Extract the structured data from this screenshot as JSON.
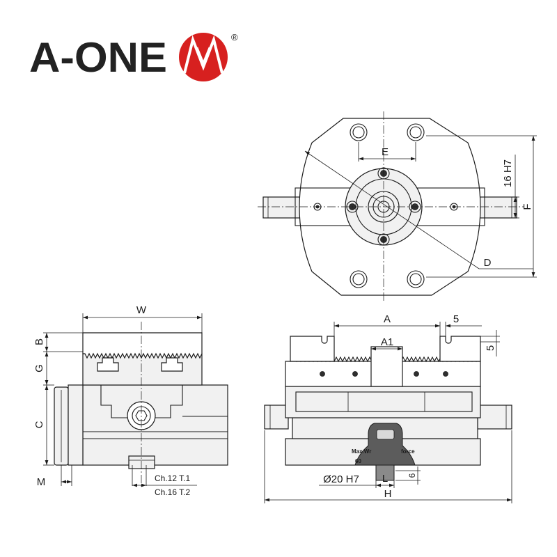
{
  "logo": {
    "text": "A-ONE",
    "registered": "®"
  },
  "top_view": {
    "label_e": "E",
    "label_16h7": "16 H7",
    "label_f": "F",
    "label_d": "D"
  },
  "side_view": {
    "label_w": "W",
    "label_b": "B",
    "label_g": "G",
    "label_c": "C",
    "label_m": "M",
    "chamfer_1": "Ch.12 T.1",
    "chamfer_2": "Ch.16 T.2"
  },
  "front_view": {
    "label_a": "A",
    "label_5_top": "5",
    "label_a1": "A1",
    "label_5_side": "5",
    "stud_text_1": "Max.Wr",
    "stud_text_2": "force",
    "stud_text_3": "60",
    "label_dia": "Ø20 H7",
    "label_l": "L",
    "label_6": "6",
    "label_h": "H"
  },
  "colors": {
    "brand": "#d7201f",
    "line": "#1a1a1a",
    "fill": "#f1f1f1"
  }
}
